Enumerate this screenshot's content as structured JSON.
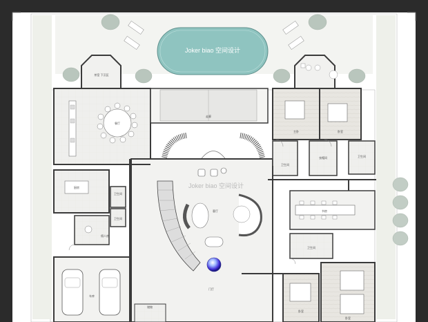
{
  "watermarks": {
    "pool": "Joker biao 空间设计",
    "hall": "Joker biao 空间设计"
  },
  "colors": {
    "canvas_bg": "#2b2b2b",
    "sheet": "#ffffff",
    "floor": "#ececea",
    "wall": "#3a3a3a",
    "pool_water": "#8fc4c0",
    "grass": "#eef0ea",
    "shrub": "#b9c6bd",
    "frame": "#9a9a9a"
  },
  "rooms": {
    "pavilion": "茶室\n下沉区",
    "dining_hall": "餐厅",
    "kitchen": "厨房",
    "bath_top": "卫生间",
    "bath_mid": "卫生间",
    "servant": "佣人房",
    "garage": "车库",
    "lounge": "客厅",
    "bed_r1": "主卧",
    "bed_r2": "卧室",
    "walkin": "衣帽间",
    "bath_r1": "卫生间",
    "bath_r2": "卫生间",
    "study": "书房",
    "bath_r3": "卫生间",
    "bed_r3": "卧室",
    "bed_r4": "卧室",
    "entry": "门厅",
    "corridor": "走廊",
    "side_room": "储物"
  },
  "icons": {
    "logo": "sphere-logo-icon"
  }
}
